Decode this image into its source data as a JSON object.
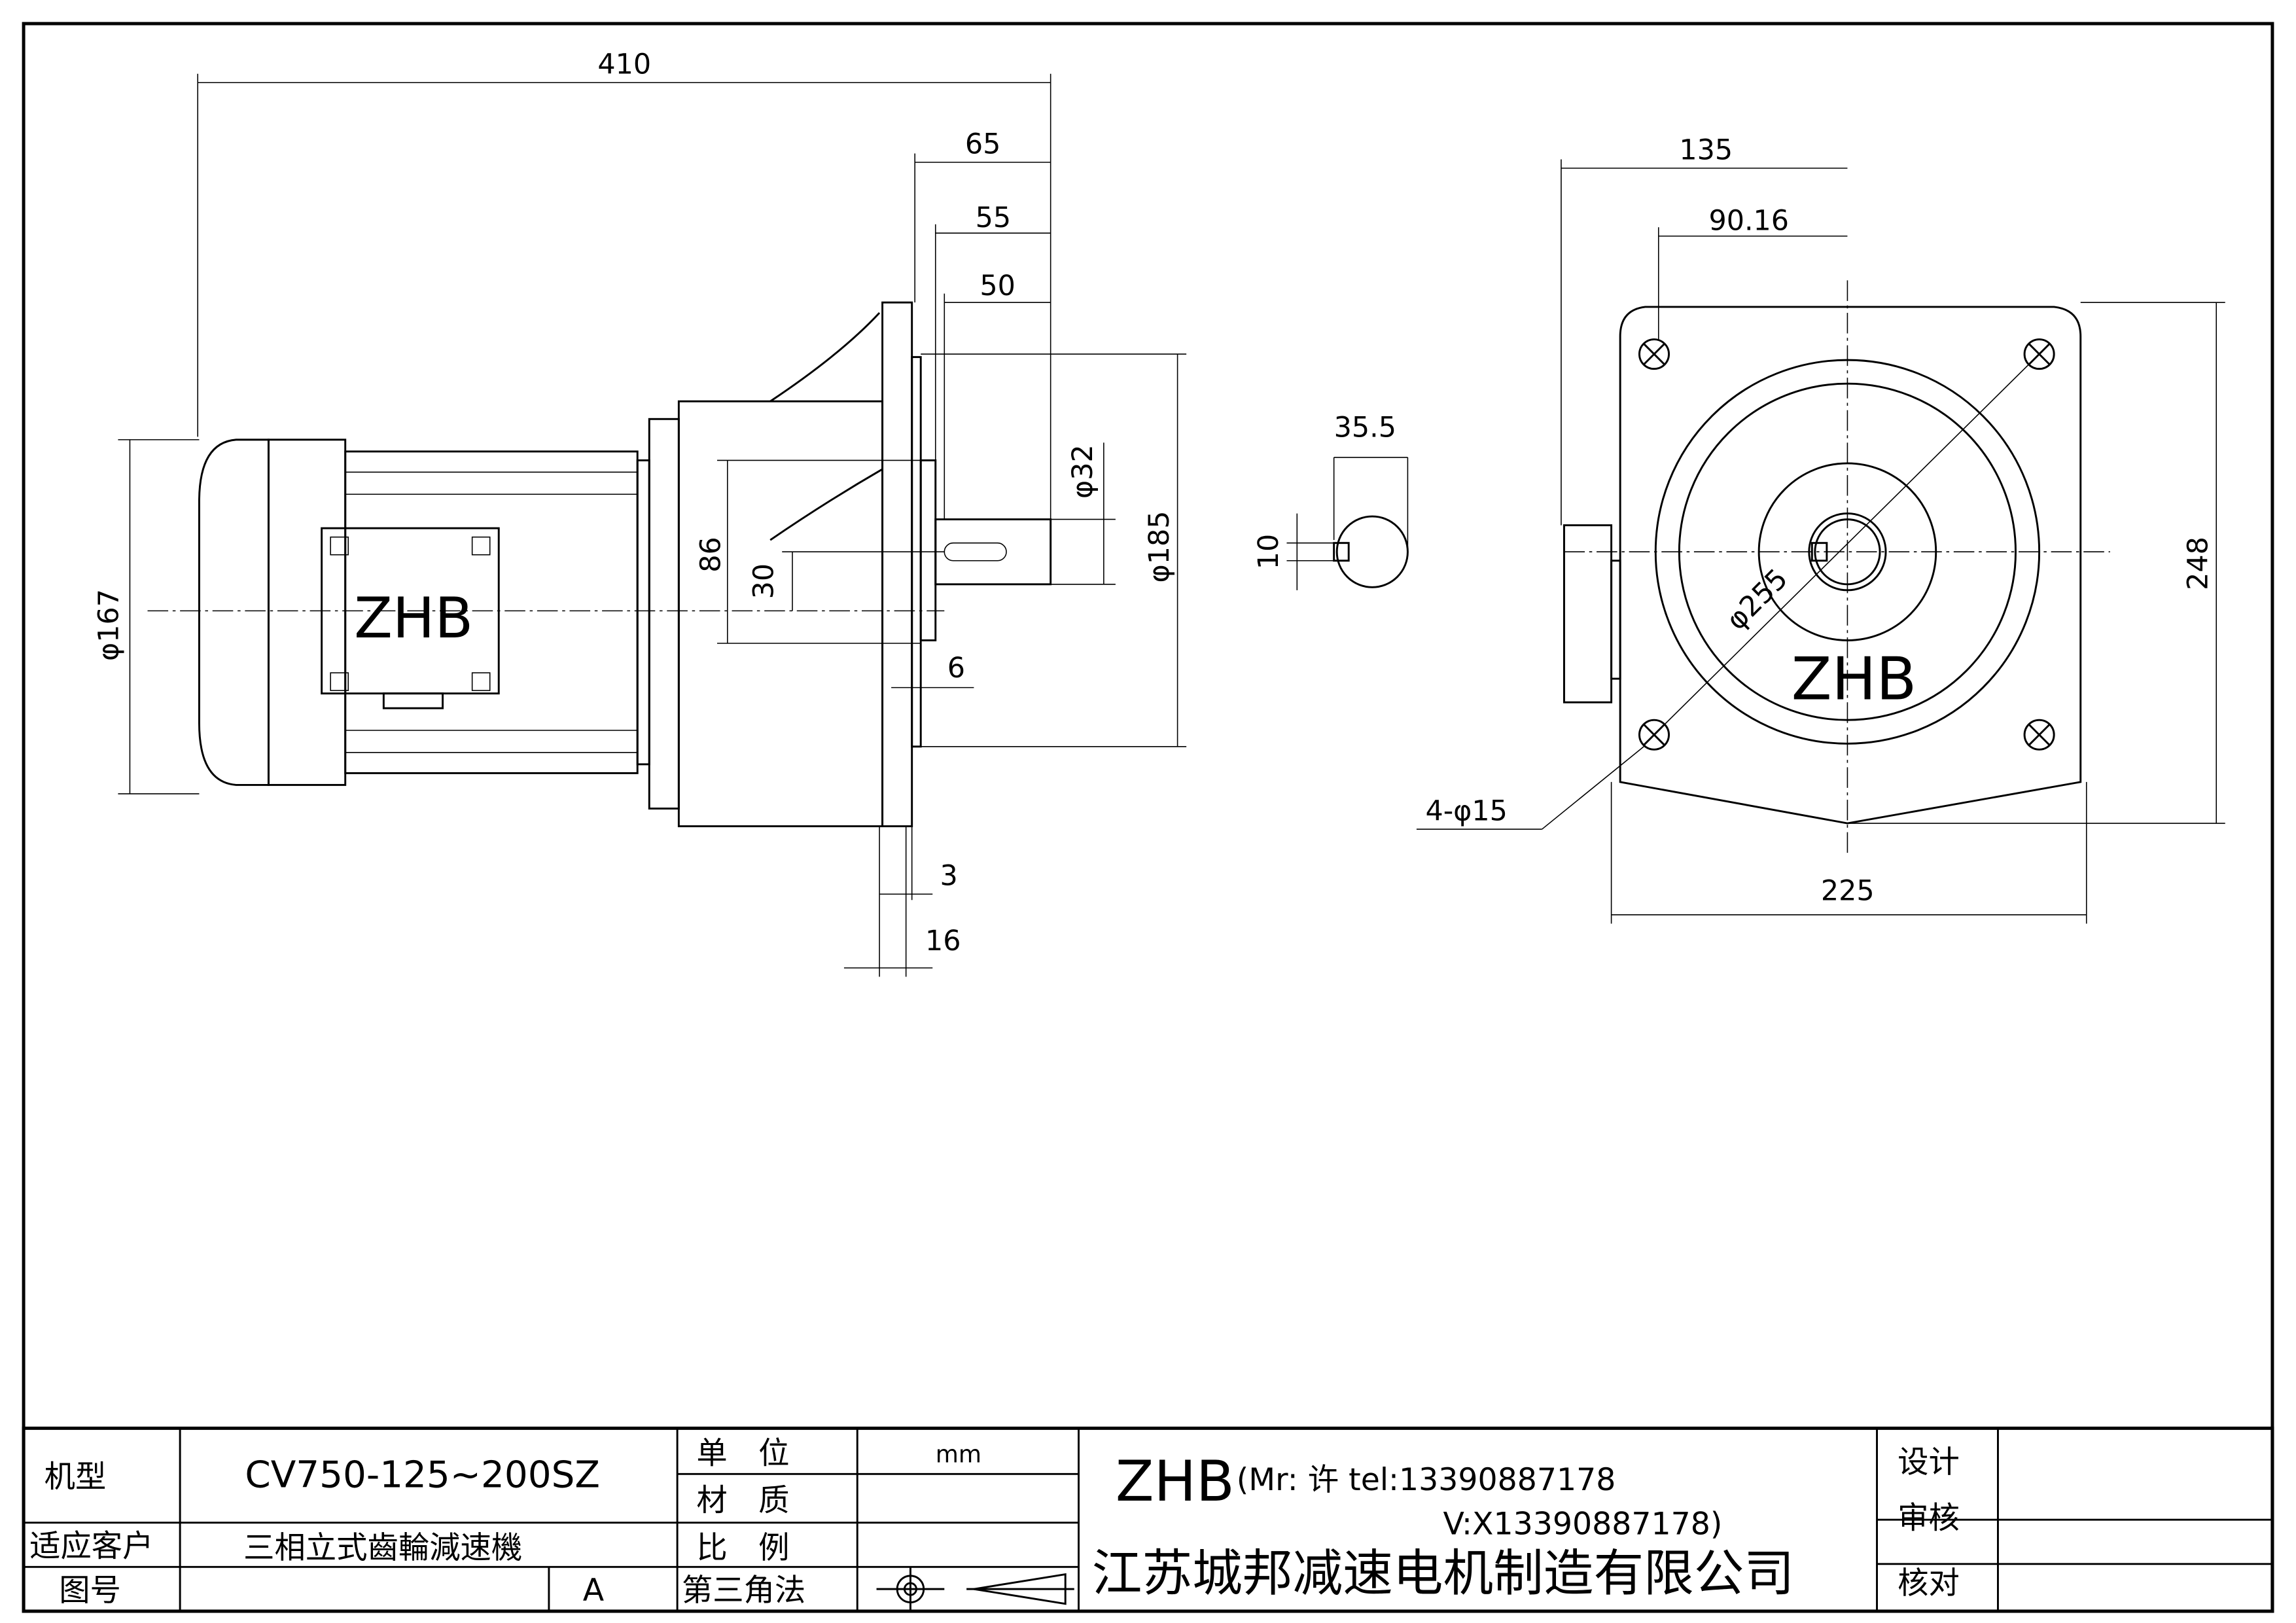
{
  "side_view": {
    "dims": {
      "overall_length": "410",
      "d65": "65",
      "d55": "55",
      "d50": "50",
      "shaft_dia": "φ32",
      "pilot_dia": "φ185",
      "d86": "86",
      "d30": "30",
      "d6": "6",
      "d3": "3",
      "d16": "16",
      "motor_dia": "φ167"
    },
    "logo": "ZHB"
  },
  "key_view": {
    "dims": {
      "d35_5": "35.5",
      "d10": "10"
    }
  },
  "front_view": {
    "dims": {
      "d135": "135",
      "d90_16": "90.16",
      "height": "248",
      "pcd": "φ255",
      "width": "225",
      "holes": "4-φ15"
    },
    "logo": "ZHB"
  },
  "title_block": {
    "model_label": "机型",
    "model_value": "CV750-125~200SZ",
    "customer_label": "适应客户",
    "customer_value": "三相立式齒輪減速機",
    "drawing_no_label": "图号",
    "revision": "A",
    "unit_label": "单　位",
    "unit_value": "mm",
    "material_label": "材　质",
    "scale_label": "比　例",
    "projection_label": "第三角法",
    "brand": "ZHB",
    "contact_line1": "(Mr: 许 tel:13390887178",
    "contact_line2": "V:X13390887178)",
    "company": "江苏城邦减速电机制造有限公司",
    "design_label": "设计",
    "review_label": "审核",
    "check_label": "核对"
  }
}
